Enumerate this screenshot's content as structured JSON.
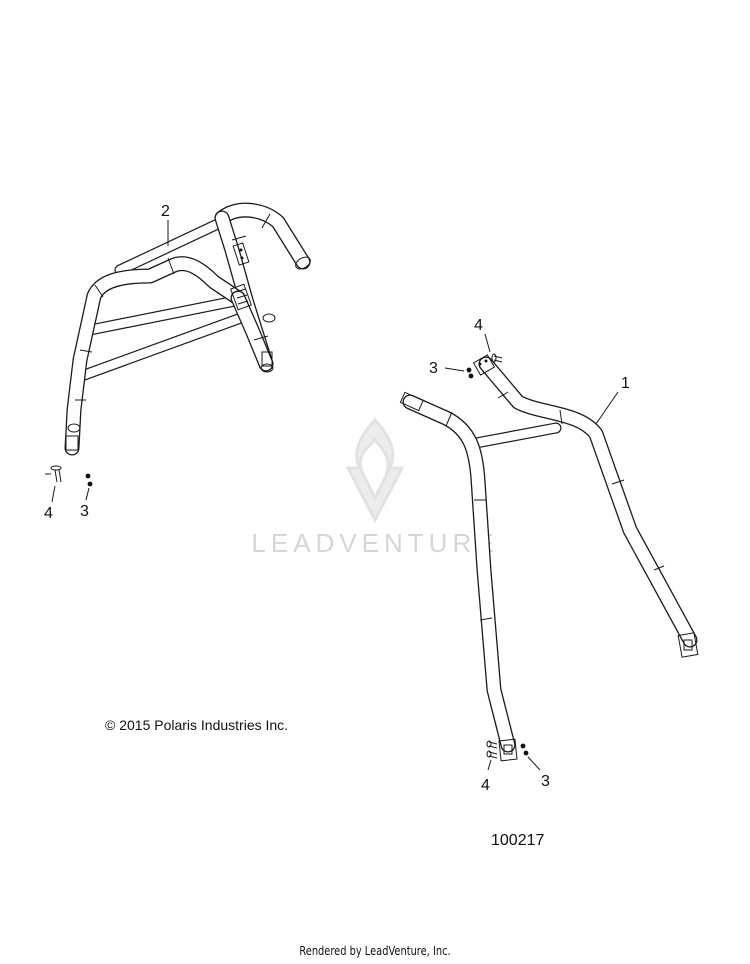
{
  "diagram": {
    "callouts": {
      "left_frame_item": "2",
      "left_washer": "3",
      "left_bolt": "4",
      "right_frame_item": "1",
      "right_top_bolt": "4",
      "right_top_washer": "3",
      "right_bottom_bolt": "4",
      "right_bottom_washer": "3"
    }
  },
  "watermark": {
    "text": "LEADVENTURE",
    "color": "#d9d9d9"
  },
  "footer": {
    "copyright": "© 2015 Polaris Industries Inc.",
    "figure_number": "100217",
    "rendered_by": "Rendered by LeadVenture, Inc."
  }
}
